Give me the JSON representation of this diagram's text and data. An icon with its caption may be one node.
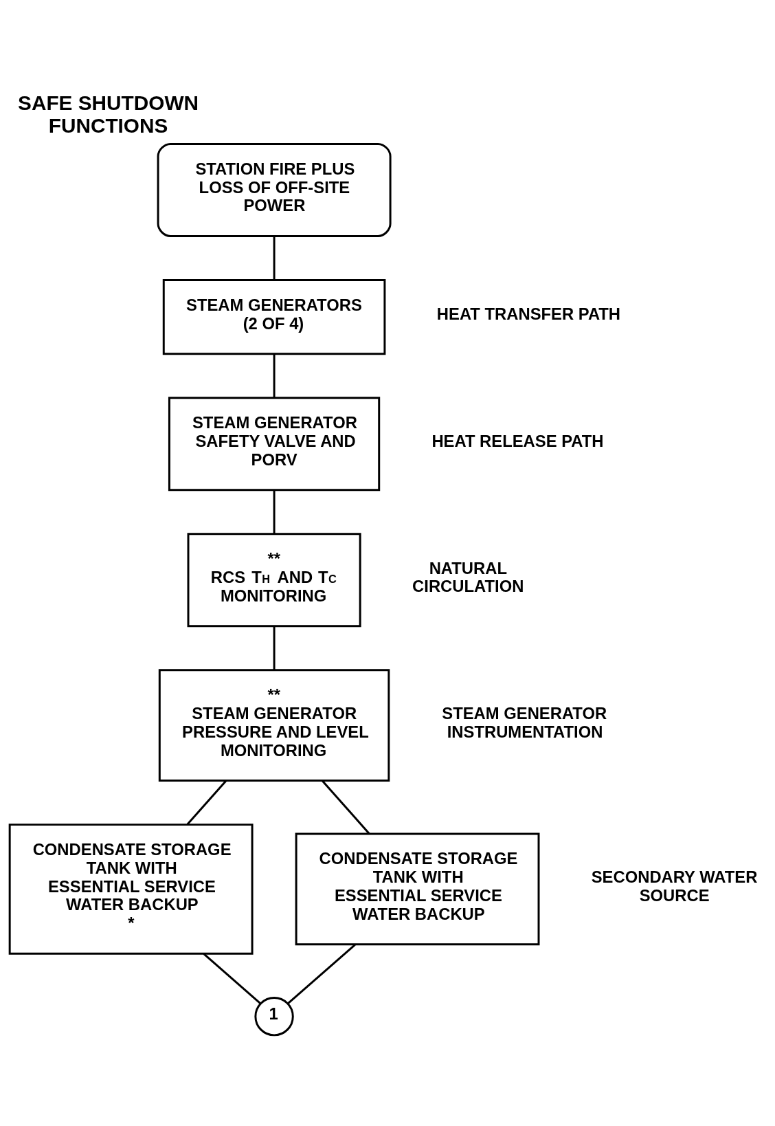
{
  "diagram": {
    "title": "SAFE SHUTDOWN FUNCTIONS",
    "nodes": [
      {
        "text": [
          "STATION FIRE PLUS LOSS OF OFF-SITE POWER"
        ]
      },
      {
        "text": [
          "STEAM GENERATORS (2 OF 4)"
        ],
        "beside": [
          "HEAT TRANSFER PATH"
        ]
      },
      {
        "text": [
          "STEAM GENERATOR SAFETY VALVE AND PORV"
        ],
        "beside": [
          "HEAT RELEASE PATH"
        ]
      },
      {
        "text": [
          "**",
          "RCS T$_{H}$ AND T$_{C}$ MONITORING"
        ],
        "beside": [
          "NATURAL CIRCULATION"
        ]
      },
      {
        "text": [
          "**",
          "STEAM GENERATOR PRESSURE AND LEVEL MONITORING"
        ],
        "beside": [
          "STEAM GENERATOR INSTRUMENTATION"
        ]
      },
      {
        "text": [
          "CONDENSATE STORAGE TANK WITH ESSENTIAL SERVICE WATER BACKUP",
          "*"
        ]
      },
      {
        "text": [
          "CONDENSATE STORAGE TANK WITH ESSENTIAL SERVICE WATER BACKUP"
        ],
        "beside": [
          "SECONDARY WATER SOURCE"
        ]
      },
      {
        "text": [
          "1"
        ]
      }
    ],
    "edges": [
      {
        "from": 0,
        "to": 1,
        "arrow": "none"
      },
      {
        "from": 1,
        "to": 2,
        "arrow": "none"
      },
      {
        "from": 2,
        "to": 3,
        "arrow": "none"
      },
      {
        "from": 3,
        "to": 4,
        "arrow": "none"
      },
      {
        "from": 4,
        "to": 5,
        "arrow": "none"
      },
      {
        "from": 4,
        "to": 6,
        "arrow": "none"
      },
      {
        "from": 5,
        "to": 7,
        "arrow": "none"
      },
      {
        "from": 6,
        "to": 7,
        "arrow": "none"
      }
    ]
  }
}
